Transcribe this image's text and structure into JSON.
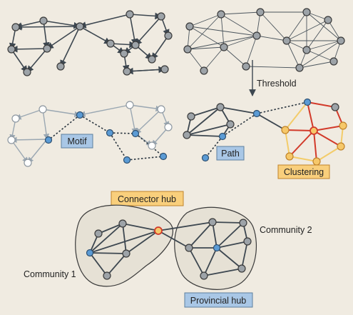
{
  "labels": {
    "threshold": "Threshold",
    "motif": "Motif",
    "path": "Path",
    "clustering": "Clustering",
    "connector_hub": "Connector hub",
    "community_1": "Community 1",
    "community_2": "Community 2",
    "provincial_hub": "Provincial hub"
  },
  "colors": {
    "background": "#f0ebe1",
    "edge_dark": "#3d4750",
    "edge_light": "#9aa7b2",
    "blue_box": "#a9c7e6",
    "orange_box": "#f9cf7c",
    "clustering_red": "#d23a2a",
    "clustering_yellow": "#f3cc6a",
    "community_fill": "#e6e1d5"
  }
}
